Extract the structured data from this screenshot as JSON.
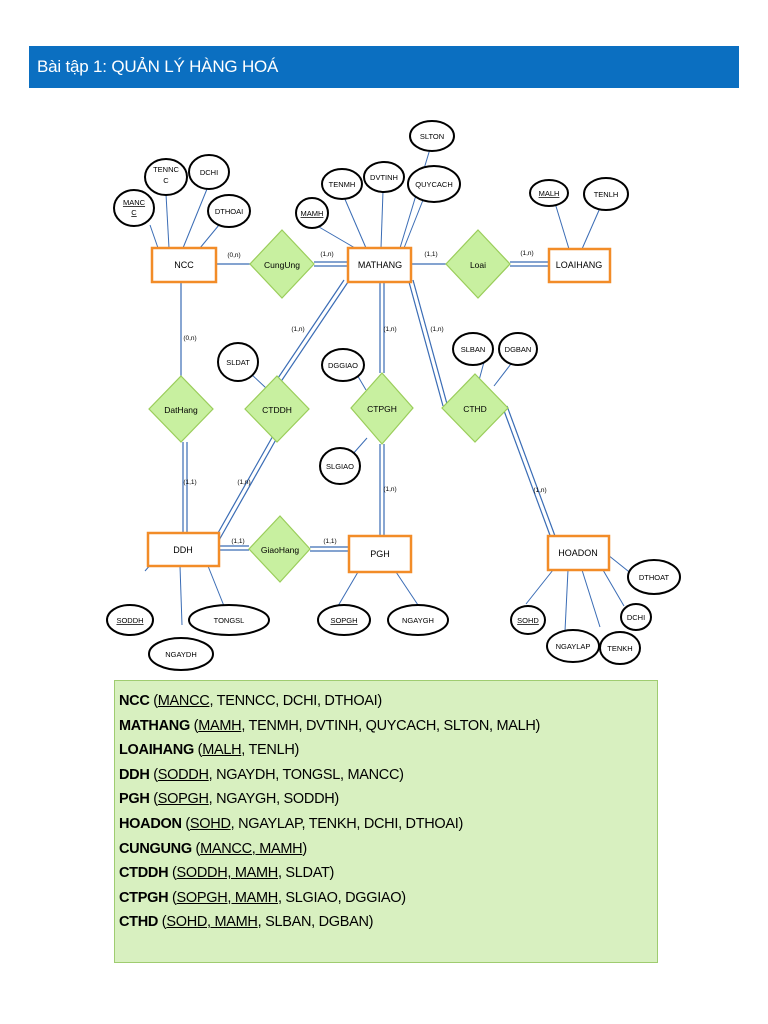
{
  "title": "Bài tập 1: QUẢN LÝ HÀNG HOÁ",
  "colors": {
    "title_bar": "#0b6fc1",
    "entity_border": "#f28c28",
    "relationship_fill": "#c8f0a0",
    "relationship_border": "#9acd5a",
    "link_line": "#3a6cb5",
    "schema_bg": "#d8f0c0"
  },
  "entities": [
    {
      "id": "NCC",
      "label": "NCC"
    },
    {
      "id": "MATHANG",
      "label": "MATHANG"
    },
    {
      "id": "LOAIHANG",
      "label": "LOAIHANG"
    },
    {
      "id": "DDH",
      "label": "DDH"
    },
    {
      "id": "PGH",
      "label": "PGH"
    },
    {
      "id": "HOADON",
      "label": "HOADON"
    }
  ],
  "relationships": [
    {
      "id": "CungUng",
      "label": "CungUng"
    },
    {
      "id": "Loai",
      "label": "Loai"
    },
    {
      "id": "DatHang",
      "label": "DatHang"
    },
    {
      "id": "CTDDH",
      "label": "CTDDH"
    },
    {
      "id": "CTPGH",
      "label": "CTPGH"
    },
    {
      "id": "CTHD",
      "label": "CTHD"
    },
    {
      "id": "GiaoHang",
      "label": "GiaoHang"
    }
  ],
  "attributes": [
    {
      "id": "a_mancc",
      "label": "MANC C",
      "key": true
    },
    {
      "id": "a_tenncc",
      "label": "TENNC C",
      "key": false
    },
    {
      "id": "a_dchi_ncc",
      "label": "DCHI",
      "key": false
    },
    {
      "id": "a_dthoai_ncc",
      "label": "DTHOAI",
      "key": false
    },
    {
      "id": "a_mamh",
      "label": "MAMH",
      "key": true
    },
    {
      "id": "a_tenmh",
      "label": "TENMH",
      "key": false
    },
    {
      "id": "a_dvtinh",
      "label": "DVTINH",
      "key": false
    },
    {
      "id": "a_slton",
      "label": "SLTON",
      "key": false
    },
    {
      "id": "a_quycach",
      "label": "QUYCACH",
      "key": false
    },
    {
      "id": "a_malh",
      "label": "MALH",
      "key": true
    },
    {
      "id": "a_tenlh",
      "label": "TENLH",
      "key": false
    },
    {
      "id": "a_sldat",
      "label": "SLDAT",
      "key": false
    },
    {
      "id": "a_dggiao",
      "label": "DGGIAO",
      "key": false
    },
    {
      "id": "a_slgiao",
      "label": "SLGIAO",
      "key": false
    },
    {
      "id": "a_slban",
      "label": "SLBAN",
      "key": false
    },
    {
      "id": "a_dgban",
      "label": "DGBAN",
      "key": false
    },
    {
      "id": "a_soddh",
      "label": "SODDH",
      "key": true
    },
    {
      "id": "a_tongsl",
      "label": "TONGSL",
      "key": false
    },
    {
      "id": "a_ngaydh",
      "label": "NGAYDH",
      "key": false
    },
    {
      "id": "a_sopgh",
      "label": "SOPGH",
      "key": true
    },
    {
      "id": "a_ngaygh",
      "label": "NGAYGH",
      "key": false
    },
    {
      "id": "a_sohd",
      "label": "SOHD",
      "key": true
    },
    {
      "id": "a_ngaylap",
      "label": "NGAYLAP",
      "key": false
    },
    {
      "id": "a_tenkh",
      "label": "TENKH",
      "key": false
    },
    {
      "id": "a_dchi_hd",
      "label": "DCHI",
      "key": false
    },
    {
      "id": "a_dthoat",
      "label": "DTHOAT",
      "key": false
    }
  ],
  "cardinalities": [
    {
      "id": "c1",
      "label": "(0,n)"
    },
    {
      "id": "c2",
      "label": "(1,n)"
    },
    {
      "id": "c3",
      "label": "(1,1)"
    },
    {
      "id": "c4",
      "label": "(1,n)"
    },
    {
      "id": "c5",
      "label": "(0,n)"
    },
    {
      "id": "c6",
      "label": "(1,n)"
    },
    {
      "id": "c7",
      "label": "(1,n)"
    },
    {
      "id": "c8",
      "label": "(1,n)"
    },
    {
      "id": "c9",
      "label": "(1,1)"
    },
    {
      "id": "c10",
      "label": "(1,n)"
    },
    {
      "id": "c11",
      "label": "(1,n)"
    },
    {
      "id": "c12",
      "label": "(1,n)"
    },
    {
      "id": "c13",
      "label": "(1,1)"
    },
    {
      "id": "c14",
      "label": "(1,1)"
    }
  ],
  "schema": [
    {
      "name": "NCC",
      "keys": "MANCC",
      "rest": ", TENNCC, DCHI, DTHOAI)"
    },
    {
      "name": "MATHANG",
      "keys": "MAMH",
      "rest": ", TENMH, DVTINH, QUYCACH, SLTON, MALH)"
    },
    {
      "name": "LOAIHANG",
      "keys": "MALH",
      "rest": ", TENLH)"
    },
    {
      "name": "DDH",
      "keys": "SODDH",
      "rest": ", NGAYDH, TONGSL, MANCC)"
    },
    {
      "name": "PGH",
      "keys": "SOPGH",
      "rest": ", NGAYGH, SODDH)"
    },
    {
      "name": "HOADON",
      "keys": "SOHD",
      "rest": ", NGAYLAP, TENKH, DCHI, DTHOAI)"
    },
    {
      "name": "CUNGUNG",
      "keys": "MANCC, MAMH",
      "rest": ")"
    },
    {
      "name": "CTDDH",
      "keys": "SODDH, MAMH",
      "rest": ", SLDAT)"
    },
    {
      "name": "CTPGH",
      "keys": "SOPGH, MAMH",
      "rest": ", SLGIAO, DGGIAO)"
    },
    {
      "name": "CTHD",
      "keys": "SOHD, MAMH",
      "rest": ", SLBAN, DGBAN)"
    }
  ]
}
